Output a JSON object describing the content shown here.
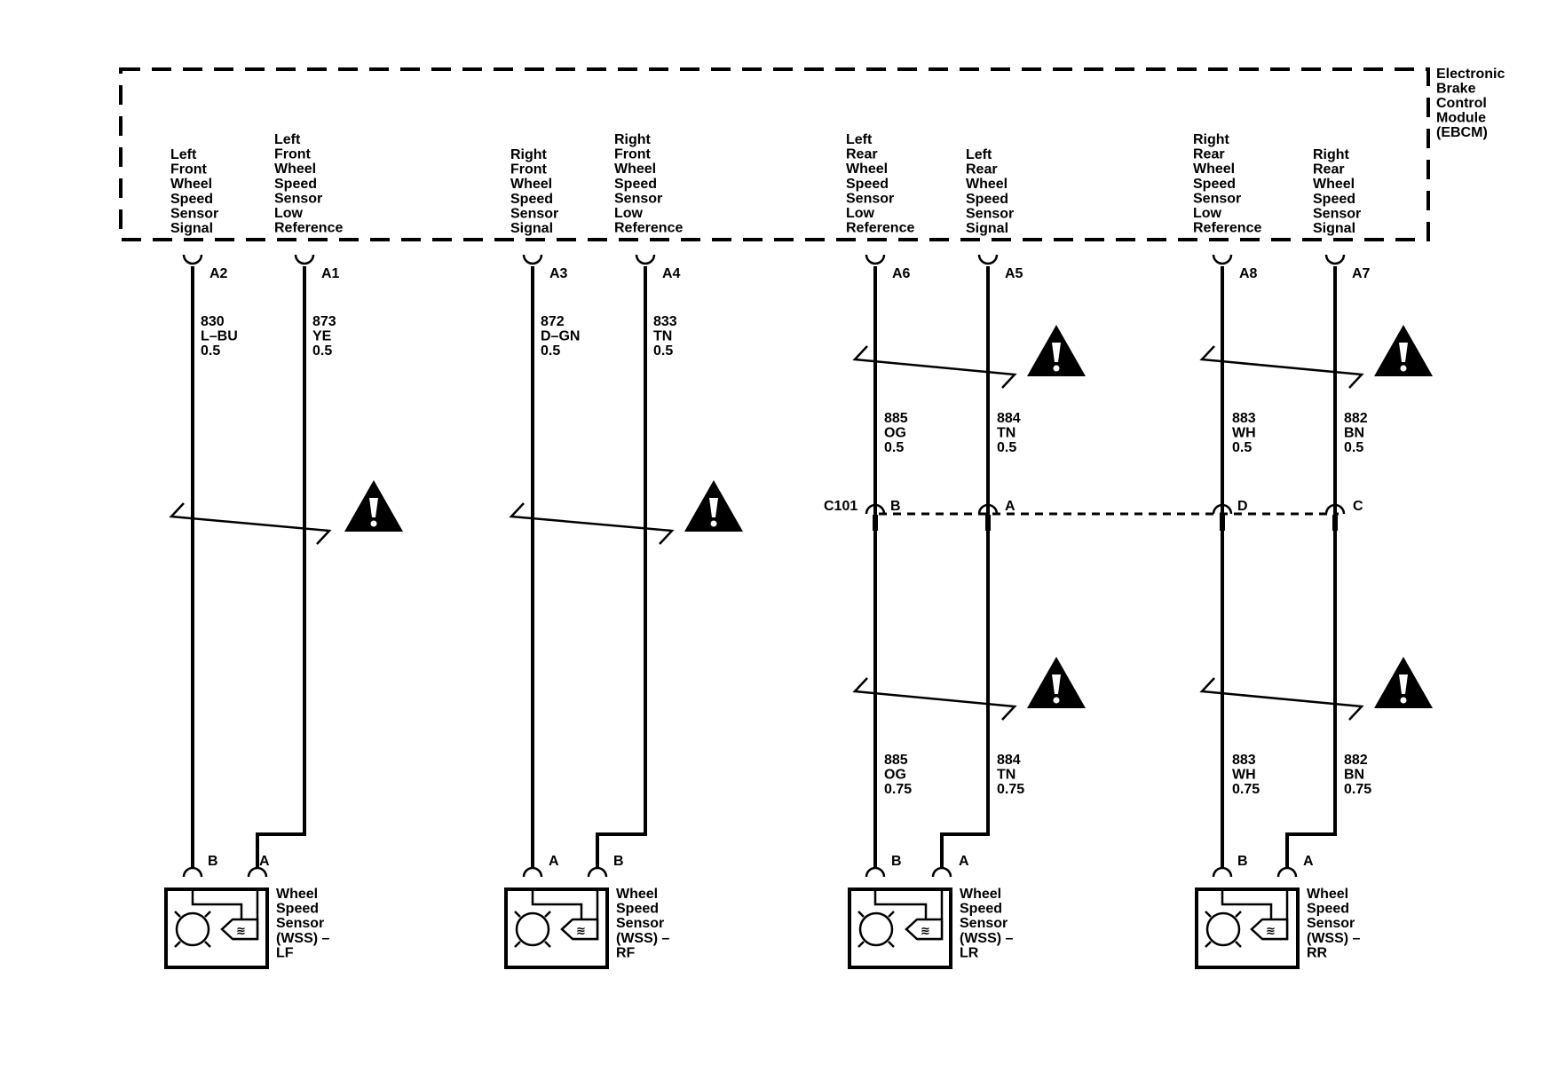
{
  "module": {
    "name_lines": [
      "Electronic",
      "Brake",
      "Control",
      "Module",
      "(EBCM)"
    ]
  },
  "connector_c101": {
    "name": "C101"
  },
  "circuits": [
    {
      "id": "lf_signal",
      "label_lines": [
        "Left",
        "Front",
        "Wheel",
        "Speed",
        "Sensor",
        "Signal"
      ],
      "module_pin": "A2",
      "upper_wire": [
        "830",
        "L–BU",
        "0.5"
      ],
      "c101_pin": "",
      "lower_wire": [],
      "sensor_pin": "B"
    },
    {
      "id": "lf_low_ref",
      "label_lines": [
        "Left",
        "Front",
        "Wheel",
        "Speed",
        "Sensor",
        "Low",
        "Reference"
      ],
      "module_pin": "A1",
      "upper_wire": [
        "873",
        "YE",
        "0.5"
      ],
      "c101_pin": "",
      "lower_wire": [],
      "sensor_pin": "A"
    },
    {
      "id": "rf_signal",
      "label_lines": [
        "Right",
        "Front",
        "Wheel",
        "Speed",
        "Sensor",
        "Signal"
      ],
      "module_pin": "A3",
      "upper_wire": [
        "872",
        "D–GN",
        "0.5"
      ],
      "c101_pin": "",
      "lower_wire": [],
      "sensor_pin": "A"
    },
    {
      "id": "rf_low_ref",
      "label_lines": [
        "Right",
        "Front",
        "Wheel",
        "Speed",
        "Sensor",
        "Low",
        "Reference"
      ],
      "module_pin": "A4",
      "upper_wire": [
        "833",
        "TN",
        "0.5"
      ],
      "c101_pin": "",
      "lower_wire": [],
      "sensor_pin": "B"
    },
    {
      "id": "lr_low_ref",
      "label_lines": [
        "Left",
        "Rear",
        "Wheel",
        "Speed",
        "Sensor",
        "Low",
        "Reference"
      ],
      "module_pin": "A6",
      "upper_wire": [
        "885",
        "OG",
        "0.5"
      ],
      "c101_pin": "B",
      "lower_wire": [
        "885",
        "OG",
        "0.75"
      ],
      "sensor_pin": "B"
    },
    {
      "id": "lr_signal",
      "label_lines": [
        "Left",
        "Rear",
        "Wheel",
        "Speed",
        "Sensor",
        "Signal"
      ],
      "module_pin": "A5",
      "upper_wire": [
        "884",
        "TN",
        "0.5"
      ],
      "c101_pin": "A",
      "lower_wire": [
        "884",
        "TN",
        "0.75"
      ],
      "sensor_pin": "A"
    },
    {
      "id": "rr_low_ref",
      "label_lines": [
        "Right",
        "Rear",
        "Wheel",
        "Speed",
        "Sensor",
        "Low",
        "Reference"
      ],
      "module_pin": "A8",
      "upper_wire": [
        "883",
        "WH",
        "0.5"
      ],
      "c101_pin": "D",
      "lower_wire": [
        "883",
        "WH",
        "0.75"
      ],
      "sensor_pin": "B"
    },
    {
      "id": "rr_signal",
      "label_lines": [
        "Right",
        "Rear",
        "Wheel",
        "Speed",
        "Sensor",
        "Signal"
      ],
      "module_pin": "A7",
      "upper_wire": [
        "882",
        "BN",
        "0.5"
      ],
      "c101_pin": "C",
      "lower_wire": [
        "882",
        "BN",
        "0.75"
      ],
      "sensor_pin": "A"
    }
  ],
  "sensors": [
    {
      "id": "lf",
      "label_lines": [
        "Wheel",
        "Speed",
        "Sensor",
        "(WSS) –",
        "LF"
      ]
    },
    {
      "id": "rf",
      "label_lines": [
        "Wheel",
        "Speed",
        "Sensor",
        "(WSS) –",
        "RF"
      ]
    },
    {
      "id": "lr",
      "label_lines": [
        "Wheel",
        "Speed",
        "Sensor",
        "(WSS) –",
        "LR"
      ]
    },
    {
      "id": "rr",
      "label_lines": [
        "Wheel",
        "Speed",
        "Sensor",
        "(WSS) –",
        "RR"
      ]
    }
  ],
  "icons": {
    "twisted_pair": "twisted-pair-break-icon",
    "caution": "caution-triangle-icon",
    "sensor": "wheel-speed-sensor-icon"
  },
  "colors": {
    "ink": "#000000",
    "background": "#ffffff"
  }
}
